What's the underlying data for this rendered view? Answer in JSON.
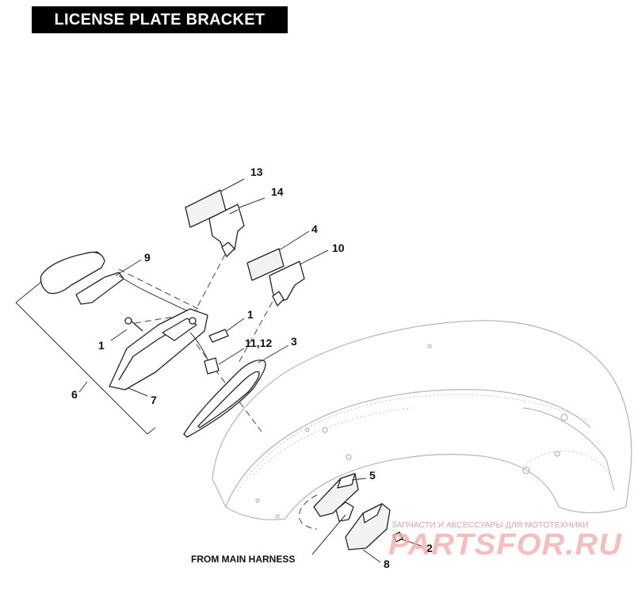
{
  "title": "LICENSE PLATE BRACKET",
  "callouts": {
    "c13": "13",
    "c14": "14",
    "c4": "4",
    "c10": "10",
    "c9": "9",
    "c1a": "1",
    "c1b": "1",
    "c1112": "11,12",
    "c3": "3",
    "c6": "6",
    "c7": "7",
    "c5": "5",
    "c2": "2",
    "c8": "8"
  },
  "caption": "FROM MAIN HARNESS",
  "watermark": {
    "tagline": "ЗАПЧАСТИ И АКСЕССУАРЫ ДЛЯ МОТОТЕХНИКИ",
    "logo": "PARTSFOR.RU"
  }
}
